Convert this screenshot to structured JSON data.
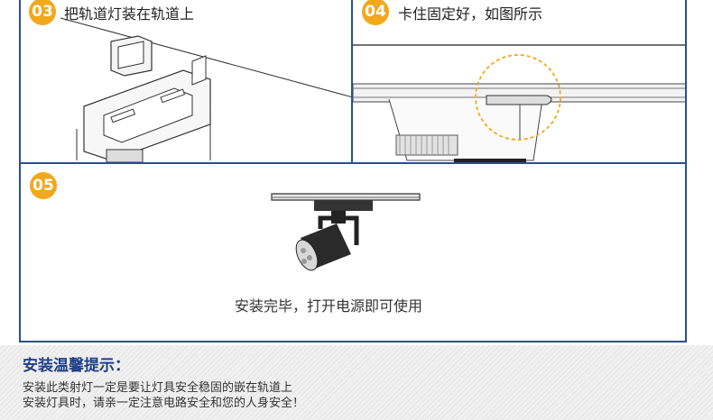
{
  "steps": [
    {
      "number": "03",
      "title": "把轨道灯装在轨道上"
    },
    {
      "number": "04",
      "title": "卡住固定好，如图所示"
    },
    {
      "number": "05",
      "caption": "安装完毕，打开电源即可使用"
    }
  ],
  "tips": {
    "title": "安装温馨提示：",
    "lines": [
      "安装此类射灯一定是要让灯具安全稳固的嵌在轨道上",
      "安装灯具时，请亲一定注意电路安全和您的人身安全！"
    ]
  },
  "colors": {
    "accent": "#f2a81d",
    "border": "#2b4f8e",
    "tips_title": "#1f3f86"
  }
}
